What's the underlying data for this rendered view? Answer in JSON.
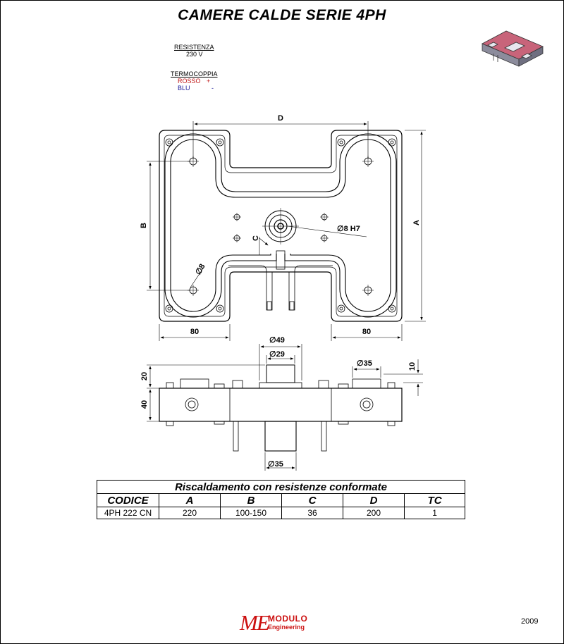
{
  "title": "CAMERE CALDE SERIE 4PH",
  "legend": {
    "resistenza_label": "RESISTENZA",
    "resistenza_value": "230 V",
    "termocoppia_label": "TERMOCOPPIA",
    "rosso": "ROSSO",
    "rosso_sign": "+",
    "blu": "BLU",
    "blu_sign": "-"
  },
  "dims": {
    "D": "D",
    "A": "A",
    "B": "B",
    "C": "C",
    "hole_small": "∅8",
    "hole_center": "∅8 H7",
    "left_80": "80",
    "right_80": "80",
    "d49": "∅49",
    "d29": "∅29",
    "d35_top": "∅35",
    "h10": "10",
    "h20": "20",
    "h40": "40",
    "d35_bottom": "∅35"
  },
  "table": {
    "caption": "Riscaldamento con resistenze conformate",
    "headers": [
      "CODICE",
      "A",
      "B",
      "C",
      "D",
      "TC"
    ],
    "row": [
      "4PH 222 CN",
      "220",
      "100-150",
      "36",
      "200",
      "1"
    ]
  },
  "footer": {
    "logo_me": "ME",
    "logo_modulo": "MODULO",
    "logo_engineering": "Engineering",
    "year": "2009"
  },
  "colors": {
    "accent_red": "#cc1010",
    "blue": "#1c1c9a",
    "isometric_icon": "#c8647a"
  }
}
